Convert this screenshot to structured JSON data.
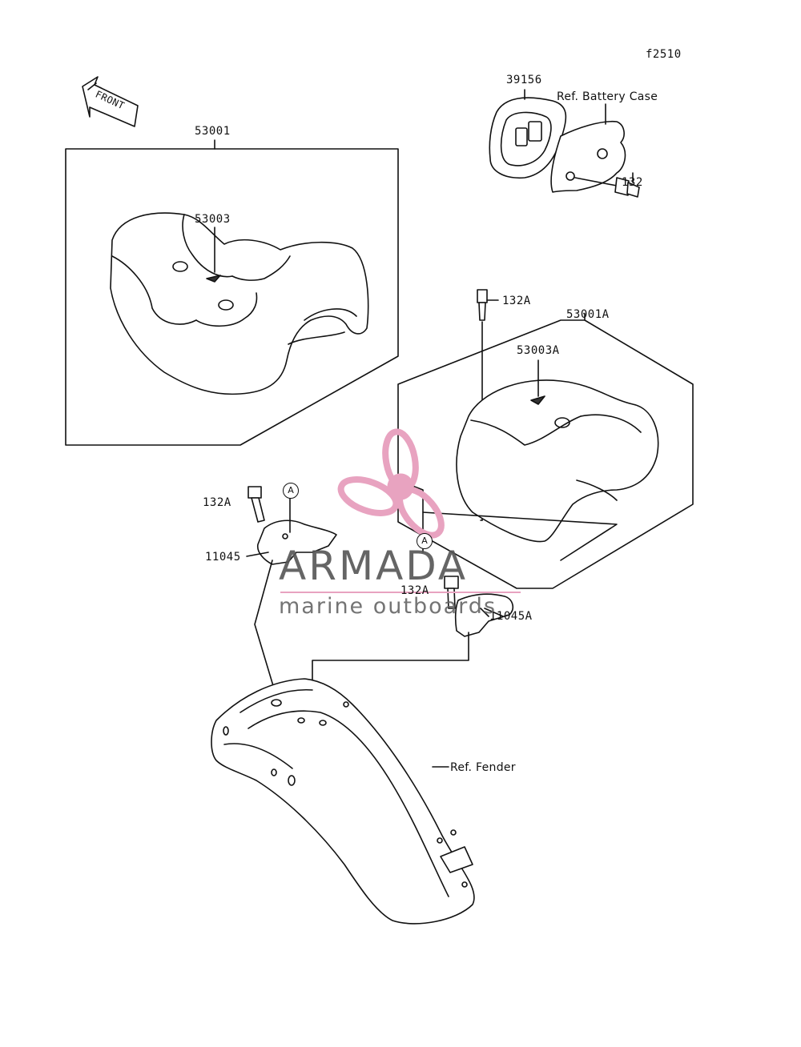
{
  "figure_code": "f2510",
  "front_arrow_label": "FRONT",
  "callouts": {
    "seat_assy": "53001",
    "seat_emblem": "53003",
    "seat_assy_a": "53001A",
    "seat_emblem_a": "53003A",
    "damper": "39156",
    "battery_case_ref": "Ref. Battery Case",
    "bolt": "132",
    "bolt_a_top": "132A",
    "bolt_a_left": "132A",
    "bolt_a_right": "132A",
    "bracket": "11045",
    "bracket_a": "11045A",
    "fender_ref": "Ref. Fender",
    "connector_a_1": "A",
    "connector_a_2": "A"
  },
  "watermark": {
    "brand": "ARMADA",
    "tagline": "marine outboards",
    "accent_color": "#e8a3c0",
    "text_color": "#555555"
  },
  "colors": {
    "line": "#111111",
    "background": "#ffffff"
  }
}
